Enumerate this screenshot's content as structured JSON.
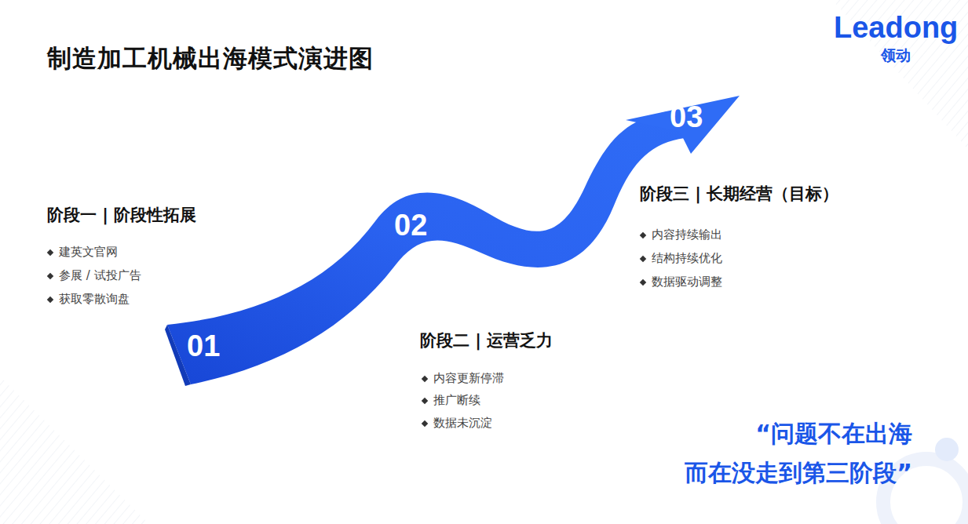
{
  "diagram": {
    "title": "制造加工机械出海模式演进图",
    "labels": [
      "Leadong",
      "领动",
      "01",
      "02",
      "03",
      "阶段一 | 阶段性拓展",
      "建英文官网",
      "参展 / 试投广告",
      "获取零散询盘",
      "阶段二 | 运营乏力",
      "内容更新停滞",
      "推广断续",
      "数据未沉淀",
      "阶段三 | 长期经营（目标）",
      "内容持续输出",
      "结构持续优化",
      "数据驱动调整",
      "“问题不在出海 而在没走到第三阶段”"
    ]
  }
}
